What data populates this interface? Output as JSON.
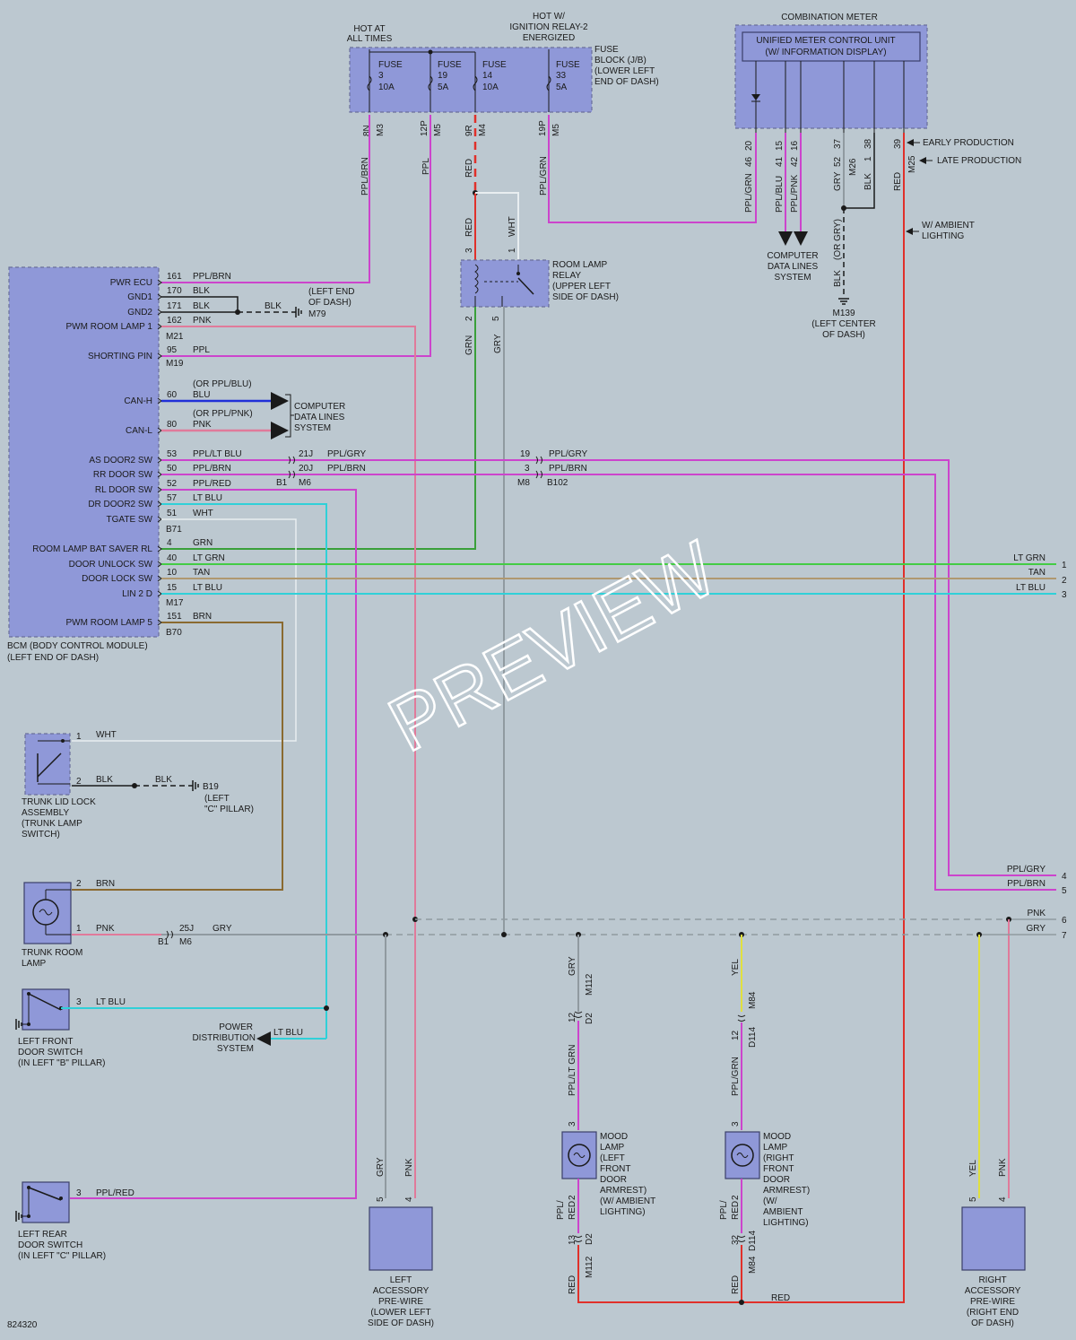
{
  "hot_at": "HOT AT",
  "all_times": "ALL TIMES",
  "hot_w": "HOT W/",
  "ign_relay": "IGNITION RELAY-2",
  "energized": "ENERGIZED",
  "fuse_block": [
    "FUSE",
    "BLOCK (J/B)",
    "(LOWER LEFT",
    "END OF DASH)"
  ],
  "fuses": [
    {
      "label": "FUSE",
      "num": "3",
      "amp": "10A"
    },
    {
      "label": "FUSE",
      "num": "19",
      "amp": "5A"
    },
    {
      "label": "FUSE",
      "num": "14",
      "amp": "10A"
    },
    {
      "label": "FUSE",
      "num": "33",
      "amp": "5A"
    }
  ],
  "fuse_pins": [
    "8N",
    "M3",
    "12P",
    "M5",
    "9R",
    "M4",
    "19P",
    "M5"
  ],
  "top_wires": [
    "PPL/BRN",
    "PPL",
    "RED",
    "PPL/GRN"
  ],
  "combination_meter": "COMBINATION METER",
  "meter_unit": [
    "UNIFIED METER CONTROL UNIT",
    "(W/ INFORMATION DISPLAY)"
  ],
  "meter_pins": [
    {
      "a": "20",
      "b": "46",
      "w": "PPL/GRN"
    },
    {
      "a": "15",
      "b": "41",
      "w": "PPL/BLU"
    },
    {
      "a": "16",
      "b": "42",
      "w": "PPL/PNK"
    },
    {
      "a": "37",
      "b": "52",
      "w": "GRY"
    },
    {
      "a": "38",
      "b": "1",
      "w": "BLK"
    },
    {
      "a": "39",
      "b": "",
      "w": "RED"
    }
  ],
  "m26": "M26",
  "m25": "M25",
  "early_production": "EARLY PRODUCTION",
  "late_production": "LATE PRODUCTION",
  "w_ambient": [
    "W/ AMBIENT",
    "LIGHTING"
  ],
  "computer_data_lines_top": [
    "COMPUTER",
    "DATA LINES",
    "SYSTEM"
  ],
  "or_gry": "(OR GRY)",
  "blk": "BLK",
  "m139": [
    "M139",
    "(LEFT CENTER",
    "OF DASH)"
  ],
  "room_lamp_relay": [
    "ROOM LAMP",
    "RELAY",
    "(UPPER LEFT",
    "SIDE OF DASH)"
  ],
  "relay_pins": {
    "p3": "3",
    "p1": "1",
    "p2": "2",
    "p5": "5",
    "red": "RED",
    "wht": "WHT",
    "grn": "GRN",
    "gry": "GRY"
  },
  "bcm_pins": [
    {
      "name": "PWR ECU",
      "pin": "161",
      "wire": "PPL/BRN"
    },
    {
      "name": "GND1",
      "pin": "170",
      "wire": "BLK"
    },
    {
      "name": "GND2",
      "pin": "171",
      "wire": "BLK"
    },
    {
      "name": "PWM ROOM LAMP 1",
      "pin": "162",
      "wire": "PNK"
    },
    {
      "name": "SHORTING PIN",
      "pin": "95",
      "wire": "PPL"
    },
    {
      "name": "CAN-H",
      "pin": "60",
      "wire": "BLU"
    },
    {
      "name": "CAN-L",
      "pin": "80",
      "wire": "PNK"
    },
    {
      "name": "AS DOOR2 SW",
      "pin": "53",
      "wire": "PPL/LT BLU"
    },
    {
      "name": "RR DOOR SW",
      "pin": "50",
      "wire": "PPL/BRN"
    },
    {
      "name": "RL DOOR SW",
      "pin": "52",
      "wire": "PPL/RED"
    },
    {
      "name": "DR DOOR2 SW",
      "pin": "57",
      "wire": "LT BLU"
    },
    {
      "name": "TGATE SW",
      "pin": "51",
      "wire": "WHT"
    },
    {
      "name": "ROOM LAMP BAT SAVER RL",
      "pin": "4",
      "wire": "GRN"
    },
    {
      "name": "DOOR UNLOCK SW",
      "pin": "40",
      "wire": "LT GRN"
    },
    {
      "name": "DOOR LOCK SW",
      "pin": "10",
      "wire": "TAN"
    },
    {
      "name": "LIN 2 D",
      "pin": "15",
      "wire": "LT BLU"
    },
    {
      "name": "PWM ROOM LAMP 5",
      "pin": "151",
      "wire": "BRN"
    }
  ],
  "bcm_connectors": [
    "M21",
    "M19",
    "B71",
    "M17",
    "B70"
  ],
  "bcm_label": [
    "BCM (BODY CONTROL MODULE)",
    "(LEFT END OF DASH)"
  ],
  "left_end_dash": [
    "(LEFT END",
    "OF DASH)"
  ],
  "m79": "M79",
  "or_ppl_blu": "(OR PPL/BLU)",
  "or_ppl_pnk": "(OR PPL/PNK)",
  "computer_data_lines_bcm": [
    "COMPUTER",
    "DATA LINES",
    "SYSTEM"
  ],
  "connector_21j": "21J",
  "connector_20j": "20J",
  "b1_m6": [
    "B1",
    "M6"
  ],
  "ppl_gry": "PPL/GRY",
  "ppl_brn": "PPL/BRN",
  "pin19": "19",
  "pin3": "3",
  "m8_b102": [
    "M8",
    "B102"
  ],
  "right_edge": [
    {
      "wire": "LT GRN",
      "num": "1"
    },
    {
      "wire": "TAN",
      "num": "2"
    },
    {
      "wire": "LT BLU",
      "num": "3"
    },
    {
      "wire": "PPL/GRY",
      "num": "4"
    },
    {
      "wire": "PPL/BRN",
      "num": "5"
    },
    {
      "wire": "PNK",
      "num": "6"
    },
    {
      "wire": "GRY",
      "num": "7"
    }
  ],
  "trunk_lid": {
    "pin1": "1",
    "pin2": "2",
    "wht": "WHT",
    "blk1": "BLK",
    "blk2": "BLK",
    "b19": "B19",
    "loc": [
      "(LEFT",
      "\"C\" PILLAR)"
    ],
    "label": [
      "TRUNK LID LOCK",
      "ASSEMBLY",
      "(TRUNK LAMP",
      "SWITCH)"
    ]
  },
  "trunk_room": {
    "pin2": "2",
    "pin1": "1",
    "brn": "BRN",
    "pnk": "PNK",
    "c25j": "25J",
    "gry": "GRY",
    "b1": "B1",
    "m6": "M6",
    "label": [
      "TRUNK ROOM",
      "LAMP"
    ]
  },
  "lf_door": {
    "pin": "3",
    "wire": "LT BLU",
    "label": [
      "LEFT FRONT",
      "DOOR SWITCH",
      "(IN LEFT \"B\" PILLAR)"
    ]
  },
  "power_dist": {
    "wire": "LT BLU",
    "label": [
      "POWER",
      "DISTRIBUTION",
      "SYSTEM"
    ]
  },
  "lr_door": {
    "pin": "3",
    "wire": "PPL/RED",
    "label": [
      "LEFT REAR",
      "DOOR SWITCH",
      "(IN LEFT \"C\" PILLAR)"
    ]
  },
  "left_acc": {
    "gry": "GRY",
    "pnk": "PNK",
    "p5": "5",
    "p4": "4",
    "label": [
      "LEFT",
      "ACCESSORY",
      "PRE-WIRE",
      "(LOWER LEFT",
      "SIDE OF DASH)"
    ]
  },
  "mood_left": {
    "gry": "GRY",
    "m112": "M112",
    "p12": "12",
    "d2": "D2",
    "wire": "PPL/LT GRN",
    "p3": "3",
    "p2": "2",
    "ppl_red": [
      "PPL/",
      "RED"
    ],
    "p13": "13",
    "red": "RED",
    "label": [
      "MOOD",
      "LAMP",
      "(LEFT",
      "FRONT",
      "DOOR",
      "ARMREST)",
      "(W/ AMBIENT",
      "LIGHTING)"
    ]
  },
  "mood_right": {
    "yel": "YEL",
    "m84": "M84",
    "p12": "12",
    "d114": "D114",
    "wire": "PPL/GRN",
    "p3": "3",
    "p2": "2",
    "ppl_red": [
      "PPL/",
      "RED"
    ],
    "p32": "32",
    "red": "RED",
    "red_bottom": "RED",
    "label": [
      "MOOD",
      "LAMP",
      "(RIGHT",
      "FRONT",
      "DOOR",
      "ARMREST)",
      "(W/",
      "AMBIENT",
      "LIGHTING)"
    ]
  },
  "right_acc": {
    "yel": "YEL",
    "pnk": "PNK",
    "p5": "5",
    "p4": "4",
    "label": [
      "RIGHT",
      "ACCESSORY",
      "PRE-WIRE",
      "(RIGHT END",
      "OF DASH)"
    ]
  },
  "diagram_id": "824320",
  "watermark": "PREVIEW",
  "colors": {
    "background": "#bcc8d0",
    "module": "#8f98d8",
    "ppl": "#cc44cc",
    "pnk": "#e07a9a",
    "red": "#e0302a",
    "grn": "#3aa03a",
    "ltgrn": "#44cc44",
    "gry": "#909aa0",
    "wht": "#e8eef0",
    "blu": "#2030d8",
    "ltblu": "#30d0d8",
    "tan": "#b09870",
    "brn": "#8a6a30",
    "blk": "#1a1a1a",
    "yel": "#e0e040"
  }
}
